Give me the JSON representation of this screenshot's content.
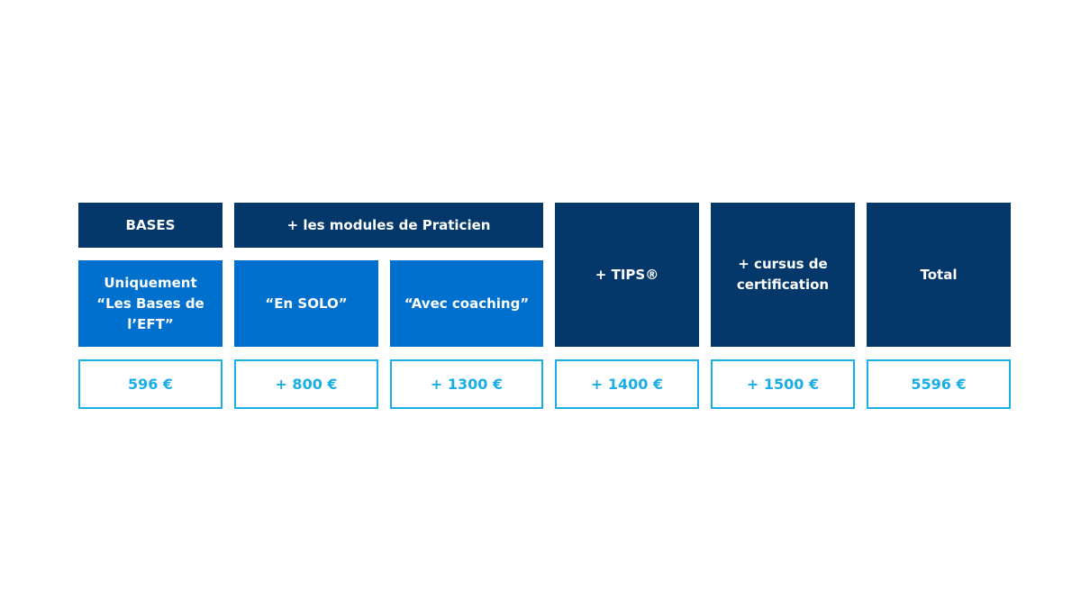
{
  "headers": {
    "bases": "BASES",
    "modules": "+ les modules de Praticien",
    "tips": "+ TIPS®",
    "cursus": "+ cursus de\ncertification",
    "total": "Total"
  },
  "options": {
    "bases_only": "Uniquement\n“Les Bases de\nl’EFT”",
    "solo": "“En SOLO”",
    "coaching": "“Avec coaching”"
  },
  "prices": {
    "bases": "596 €",
    "solo": "+ 800 €",
    "coaching": "+ 1300 €",
    "tips": "+ 1400 €",
    "cursus": "+ 1500 €",
    "total": "5596 €"
  },
  "colors": {
    "dark": "#04386b",
    "mid": "#0070cf",
    "accent": "#1aaee6"
  }
}
